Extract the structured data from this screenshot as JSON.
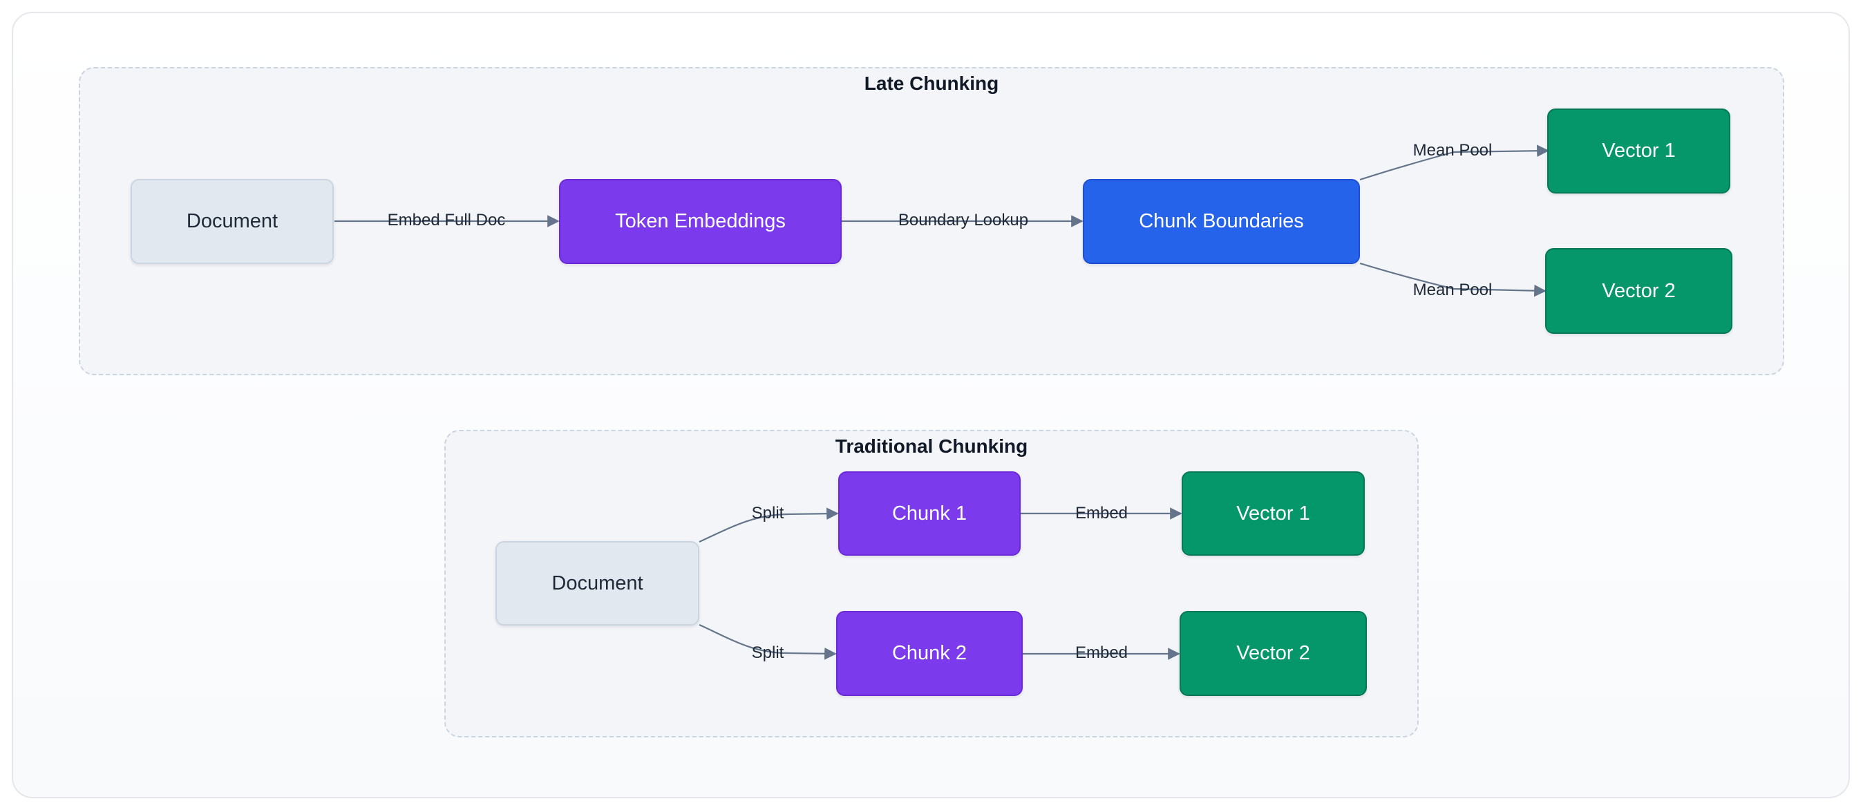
{
  "late_chunking": {
    "title": "Late Chunking",
    "nodes": {
      "document": "Document",
      "token_embeddings": "Token Embeddings",
      "chunk_boundaries": "Chunk Boundaries",
      "vector1": "Vector 1",
      "vector2": "Vector 2"
    },
    "edges": {
      "embed_full_doc": "Embed Full Doc",
      "boundary_lookup": "Boundary Lookup",
      "mean_pool_1": "Mean Pool",
      "mean_pool_2": "Mean Pool"
    }
  },
  "traditional_chunking": {
    "title": "Traditional Chunking",
    "nodes": {
      "document": "Document",
      "chunk1": "Chunk 1",
      "chunk2": "Chunk 2",
      "vector1": "Vector 1",
      "vector2": "Vector 2"
    },
    "edges": {
      "split_1": "Split",
      "split_2": "Split",
      "embed_1": "Embed",
      "embed_2": "Embed"
    }
  },
  "colors": {
    "document": "#e2e8f0",
    "purple": "#7c3aed",
    "blue": "#2563eb",
    "green": "#059669",
    "edge": "#64748b",
    "group_border": "#cbd5e1"
  }
}
